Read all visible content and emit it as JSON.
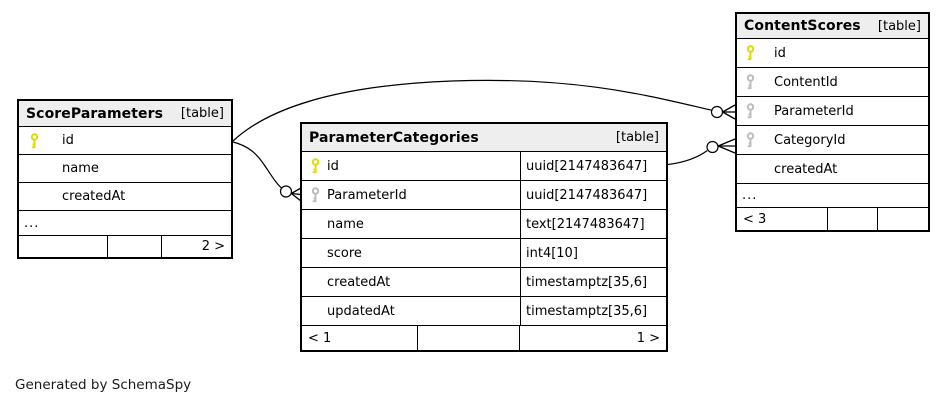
{
  "page": {
    "generated_by": "Generated by SchemaSpy"
  },
  "colors": {
    "primary_key": "#dcdc00",
    "foreign_key": "#bcbcbc",
    "header_bg": "#eeeeee",
    "border": "#000000",
    "edge": "#000000"
  },
  "tables": [
    {
      "id": "score-parameters",
      "name": "ScoreParameters",
      "tag": "[table]",
      "columns": [
        {
          "name": "id",
          "key": "primary"
        },
        {
          "name": "name"
        },
        {
          "name": "createdAt"
        },
        {
          "name": "...",
          "ellipsis": true
        }
      ],
      "footer": [
        "",
        "",
        "2 >"
      ]
    },
    {
      "id": "parameter-categories",
      "name": "ParameterCategories",
      "tag": "[table]",
      "has_types": true,
      "columns": [
        {
          "name": "id",
          "type": "uuid[2147483647]",
          "key": "primary"
        },
        {
          "name": "ParameterId",
          "type": "uuid[2147483647]",
          "key": "foreign"
        },
        {
          "name": "name",
          "type": "text[2147483647]"
        },
        {
          "name": "score",
          "type": "int4[10]"
        },
        {
          "name": "createdAt",
          "type": "timestamptz[35,6]"
        },
        {
          "name": "updatedAt",
          "type": "timestamptz[35,6]"
        }
      ],
      "footer": [
        "< 1",
        "",
        "1 >"
      ]
    },
    {
      "id": "content-scores",
      "name": "ContentScores",
      "tag": "[table]",
      "columns": [
        {
          "name": "id",
          "key": "primary"
        },
        {
          "name": "ContentId",
          "key": "foreign"
        },
        {
          "name": "ParameterId",
          "key": "foreign"
        },
        {
          "name": "CategoryId",
          "key": "foreign"
        },
        {
          "name": "createdAt"
        },
        {
          "name": "...",
          "ellipsis": true
        }
      ],
      "footer": [
        "< 3",
        "",
        ""
      ]
    }
  ],
  "relationships": [
    {
      "from": "ScoreParameters.id",
      "to": "ContentScores.ParameterId"
    },
    {
      "from": "ScoreParameters.id",
      "to": "ParameterCategories.ParameterId"
    },
    {
      "from": "ParameterCategories.id",
      "to": "ContentScores.CategoryId"
    }
  ]
}
